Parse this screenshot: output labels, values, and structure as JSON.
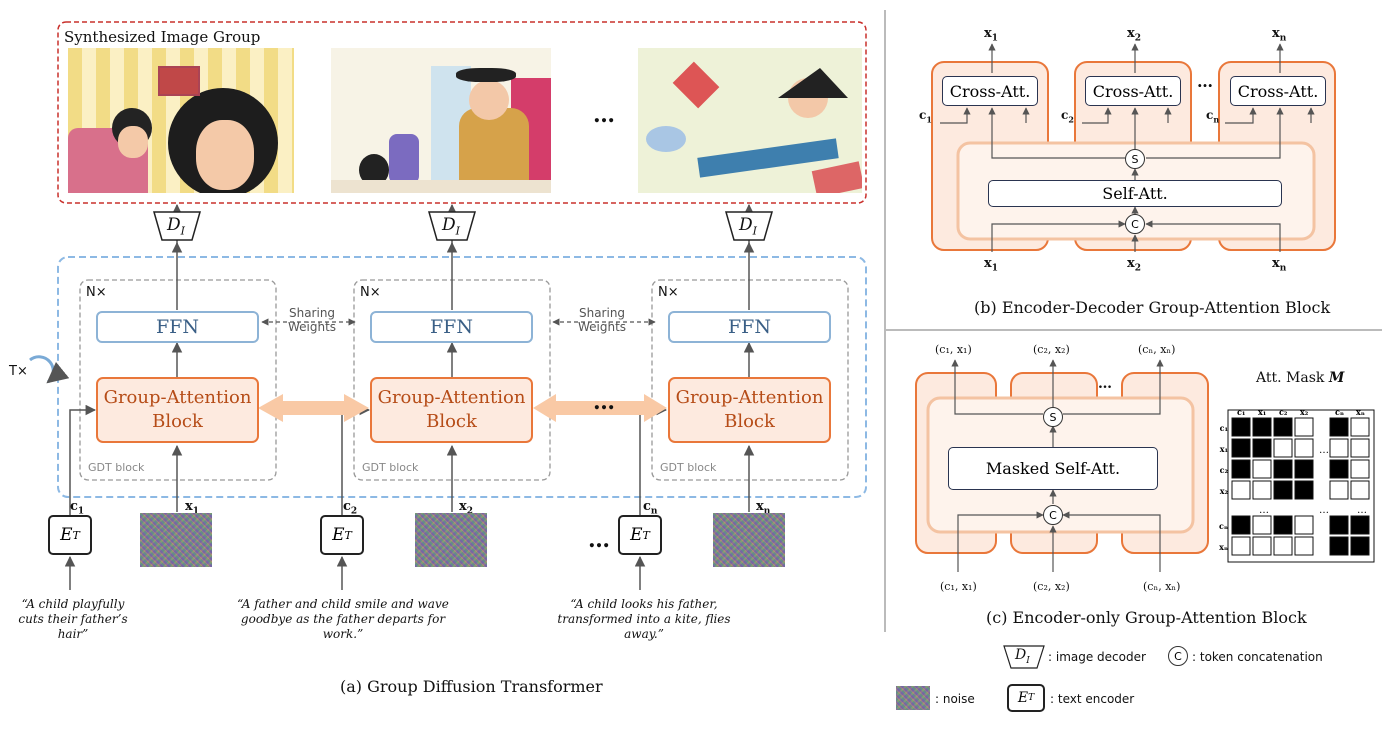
{
  "synth_group_label": "Synthesized Image Group",
  "ellipsis": "…",
  "nx": "N×",
  "sharing_weights": [
    "Sharing",
    "Weights"
  ],
  "ffn_label": "FFN",
  "gab_label": [
    "Group-Attention",
    "Block"
  ],
  "gdt_label": "GDT block",
  "tx_label": "T×",
  "decoder_sym": "D",
  "decoder_sub": "I",
  "encoder_sym": "E",
  "encoder_sub": "T",
  "cond": {
    "c1": "c",
    "c1_sub": "1",
    "c2_sub": "2",
    "cn_sub": "n"
  },
  "latent": {
    "x": "x",
    "x1_sub": "1",
    "x2_sub": "2",
    "xn_sub": "n"
  },
  "prompts": [
    "“A child playfully cuts their father’s hair”",
    "“A father and child smile and wave goodbye as the father departs for work.”",
    "“A child looks his father, transformed into a kite, flies away.”"
  ],
  "caption_a": "(a) Group Diffusion Transformer",
  "panel_b": {
    "cross_att": "Cross-Att.",
    "self_att": "Self-Att.",
    "s": "S",
    "c": "C",
    "caption": "(b) Encoder-Decoder Group-Attention Block"
  },
  "panel_c": {
    "masked_self_att": "Masked Self-Att.",
    "top_labels": [
      "(c₁, x₁)",
      "(c₂, x₂)",
      "(cₙ, xₙ)"
    ],
    "bottom_labels": [
      "(c₁, x₁)",
      "(c₂, x₂)",
      "(cₙ, xₙ)"
    ],
    "mask_title": "Att. Mask ",
    "mask_title_sym": "M",
    "mask_cols": [
      "c₁",
      "x₁",
      "c₂",
      "x₂",
      "cₙ",
      "xₙ"
    ],
    "mask_rows": [
      "c₁",
      "x₁",
      "c₂",
      "x₂",
      "cₙ",
      "xₙ"
    ],
    "caption": "(c) Encoder-only Group-Attention Block"
  },
  "legend": {
    "image_decoder": ": image decoder",
    "token_concat": ": token concatenation",
    "noise": ": noise",
    "text_encoder": ": text encoder"
  },
  "colors": {
    "orange": "#e9773a",
    "orange_light": "#fdeadf",
    "blue_dashed": "#8db9e4",
    "red_dashed": "#c9302c",
    "ffn_blue": "#8db3d6"
  }
}
